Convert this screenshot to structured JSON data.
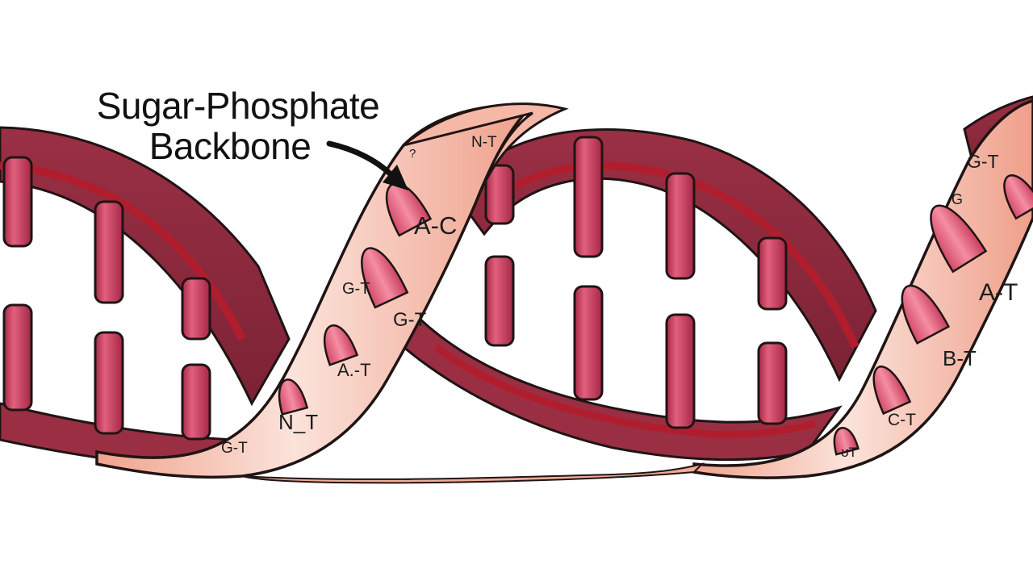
{
  "callout": {
    "line1": "Sugar-Phosphate",
    "line2": "Backbone"
  },
  "pair_labels": [
    {
      "id": "q",
      "text": "?"
    },
    {
      "id": "nt-top",
      "text": "N-T"
    },
    {
      "id": "ac",
      "text": "A-C"
    },
    {
      "id": "gt-1",
      "text": "G-T"
    },
    {
      "id": "gt-2",
      "text": "G-T"
    },
    {
      "id": "at-1",
      "text": "A.-T"
    },
    {
      "id": "nt-2",
      "text": "N_T"
    },
    {
      "id": "gt-3",
      "text": "G-T"
    },
    {
      "id": "gt-right",
      "text": "G-T"
    },
    {
      "id": "g",
      "text": "G"
    },
    {
      "id": "at-2",
      "text": "A-T"
    },
    {
      "id": "bt",
      "text": "B-T"
    },
    {
      "id": "ct",
      "text": "C-T"
    },
    {
      "id": "ot",
      "text": "ʊT"
    }
  ],
  "colors": {
    "backbone_dark": "#8e2a3c",
    "backbone_red": "#b01e2e",
    "ribbon_pink": "#f1a58f",
    "ribbon_light": "#fbe0d6",
    "rung_pink": "#c83f5e",
    "outline": "#1f1414"
  }
}
